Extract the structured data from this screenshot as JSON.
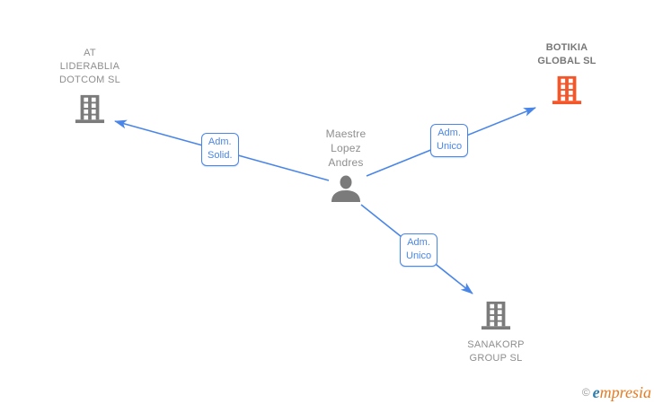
{
  "diagram_title": "Corporate relationships graph",
  "person": {
    "name_lines": [
      "Maestre",
      "Lopez",
      "Andres"
    ],
    "full_name": "Maestre Lopez Andres",
    "icon": "person-icon"
  },
  "companies": [
    {
      "id": "at-liderablia-dotcom-sl",
      "name_lines": [
        "AT",
        "LIDERABLIA",
        "DOTCOM SL"
      ],
      "full_name": "AT LIDERABLIA DOTCOM SL",
      "icon": "building-icon",
      "icon_color": "#7b7b7b",
      "bold": false
    },
    {
      "id": "botikia-global-sl",
      "name_lines": [
        "BOTIKIA",
        "GLOBAL SL"
      ],
      "full_name": "BOTIKIA GLOBAL SL",
      "icon": "building-icon",
      "icon_color": "#f4562a",
      "bold": true
    },
    {
      "id": "sanakorp-group-sl",
      "name_lines": [
        "SANAKORP",
        "GROUP SL"
      ],
      "full_name": "SANAKORP GROUP SL",
      "icon": "building-icon",
      "icon_color": "#7b7b7b",
      "bold": false
    }
  ],
  "edges": [
    {
      "from": "Maestre Lopez Andres",
      "to": "AT LIDERABLIA DOTCOM SL",
      "label_lines": [
        "Adm.",
        "Solid."
      ],
      "label": "Adm. Solid."
    },
    {
      "from": "Maestre Lopez Andres",
      "to": "BOTIKIA GLOBAL SL",
      "label_lines": [
        "Adm.",
        "Unico"
      ],
      "label": "Adm. Unico"
    },
    {
      "from": "Maestre Lopez Andres",
      "to": "SANAKORP GROUP SL",
      "label_lines": [
        "Adm.",
        "Unico"
      ],
      "label": "Adm. Unico"
    }
  ],
  "watermark": {
    "copyright": "©",
    "brand_first_letter": "e",
    "brand_rest": "mpresia",
    "brand": "empresia"
  },
  "colors": {
    "accent_blue": "#4a86e8",
    "node_gray": "#7b7b7b",
    "node_orange": "#f4562a",
    "text_gray": "#8e8e8e",
    "brand_blue": "#2e7fae",
    "brand_orange": "#e87a1e",
    "background": "#ffffff"
  }
}
